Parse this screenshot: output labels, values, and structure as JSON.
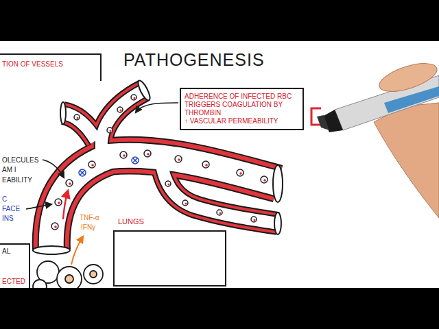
{
  "diagram": {
    "title": "PATHOGENESIS",
    "nodes": [
      {
        "text": [
          "TION OF VESSELS"
        ]
      },
      {
        "text": [
          "ADHERENCE OF INFECTED RBC TRIGGERS COAGULATION BY THROMBIN",
          "↑ VASCULAR PERMEABILITY"
        ]
      },
      {
        "text": [
          "LUNGS"
        ]
      },
      {
        "text": [
          "AL",
          "ECTED"
        ]
      }
    ],
    "labels": [
      "OLECULES",
      "AM I",
      "EABILITY",
      "C",
      "FACE",
      "INS",
      "TNF-α",
      "IFNγ"
    ]
  }
}
